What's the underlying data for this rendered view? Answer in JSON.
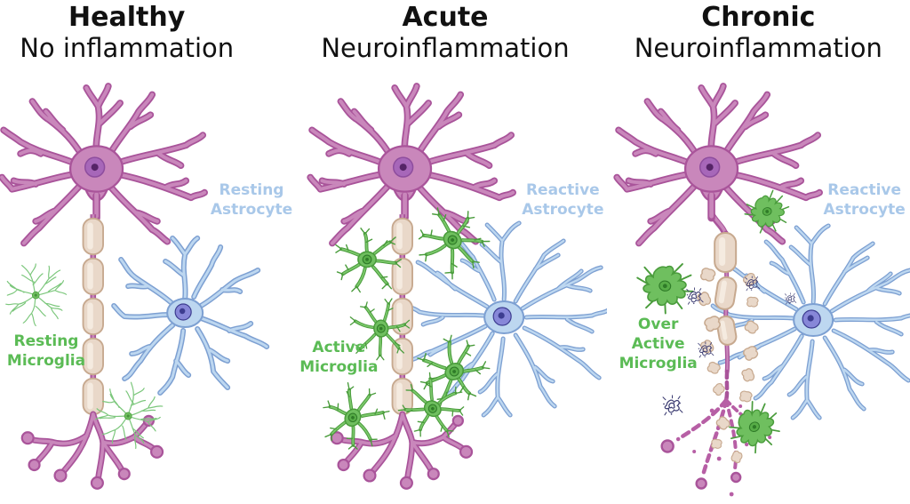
{
  "figure": {
    "background": "#ffffff"
  },
  "palette": {
    "title-color": "#111111",
    "label-blue": "#a9c8e9",
    "label-green": "#5bbb55",
    "neuron-fill": "#c987bb",
    "neuron-outline": "#a9549a",
    "neuron-mid": "#b75fa5",
    "nucleus-fill": "#a767b9",
    "nucleus-ring": "#8e4d9e",
    "nucleolus-fill": "#552467",
    "myelin-fill": "#e9d8c9",
    "myelin-outline": "#c7a98f",
    "myelin-highlight": "#f5ebe0",
    "astro-fill": "#bdd7f0",
    "astro-outline": "#7da0d2",
    "astro-nucleus": "#8787d8",
    "astro-nucleolus": "#3d3d90",
    "microglia-green": "#6fbf5f",
    "microglia-light": "#7cc86c",
    "microglia-mid": "#57ad47",
    "microglia-thin": "#7cc77c",
    "microglia-outline": "#4a9c3c",
    "microglia-dark": "#2f7b28",
    "aggregate-ink": "#3c3c72"
  },
  "panels": [
    {
      "title": "Healthy",
      "subtitle": "No inflammation",
      "astrocyte_label": [
        "Resting",
        "Astrocyte"
      ],
      "microglia_label": [
        "Resting",
        "Microglia"
      ]
    },
    {
      "title": "Acute",
      "subtitle": "Neuroinflammation",
      "astrocyte_label": [
        "Reactive",
        "Astrocyte"
      ],
      "microglia_label": [
        "Active",
        "Microglia"
      ]
    },
    {
      "title": "Chronic",
      "subtitle": "Neuroinflammation",
      "astrocyte_label": [
        "Reactive",
        "Astrocyte"
      ],
      "microglia_label": [
        "Over",
        "Active",
        "Microglia"
      ]
    }
  ]
}
